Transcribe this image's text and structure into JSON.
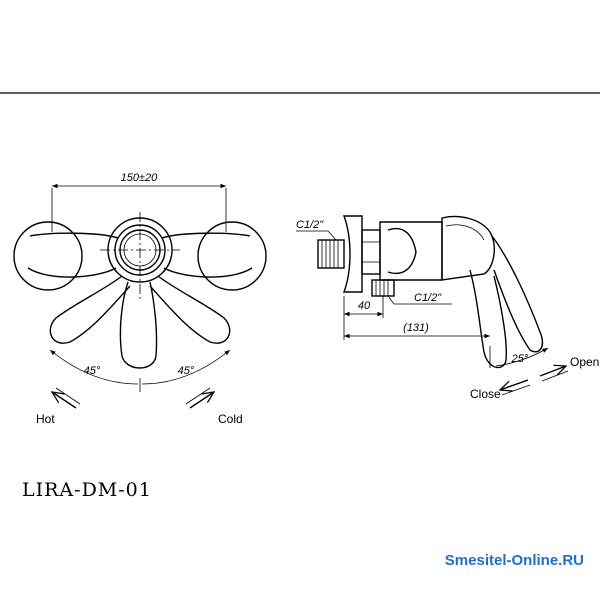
{
  "drawing": {
    "model": "LIRA-DM-01",
    "watermark": "Smesitel-Online.RU",
    "front_view": {
      "width_dim": "150±20",
      "angle_left": "45°",
      "angle_right": "45°",
      "label_hot": "Hot",
      "label_cold": "Cold"
    },
    "side_view": {
      "thread_top": "C1/2\"",
      "thread_bottom": "C1/2\"",
      "dim_40": "40",
      "dim_131": "(131)",
      "angle": "25°",
      "label_open": "Open",
      "label_close": "Close"
    }
  },
  "colors": {
    "line": "#000000",
    "watermark": "#1f6fc9"
  }
}
